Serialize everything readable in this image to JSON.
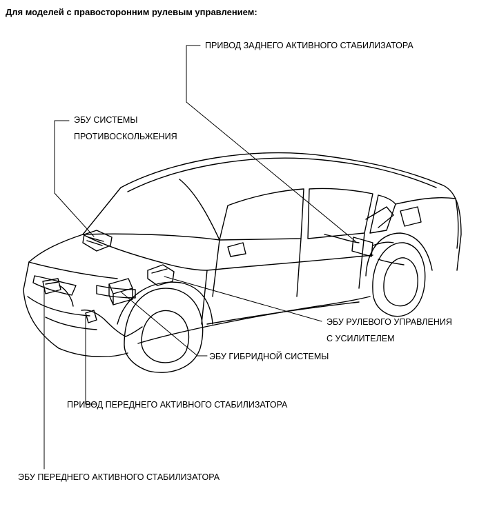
{
  "heading": "Для моделей с правосторонним рулевым управлением:",
  "labels": {
    "rear_stabilizer_actuator": "ПРИВОД ЗАДНЕГО АКТИВНОГО СТАБИЛИЗАТОРА",
    "skid_control_ecu_line1": "ЭБУ СИСТЕМЫ",
    "skid_control_ecu_line2": "ПРОТИВОСКОЛЬЖЕНИЯ",
    "eps_ecu_line1": "ЭБУ РУЛЕВОГО УПРАВЛЕНИЯ",
    "eps_ecu_line2": "С УСИЛИТЕЛЕМ",
    "hybrid_ecu": "ЭБУ ГИБРИДНОЙ СИСТЕМЫ",
    "front_stabilizer_actuator": "ПРИВОД ПЕРЕДНЕГО АКТИВНОГО СТАБИЛИЗАТОРА",
    "front_stabilizer_ecu": "ЭБУ ПЕРЕДНЕГО АКТИВНОГО СТАБИЛИЗАТОРА"
  }
}
